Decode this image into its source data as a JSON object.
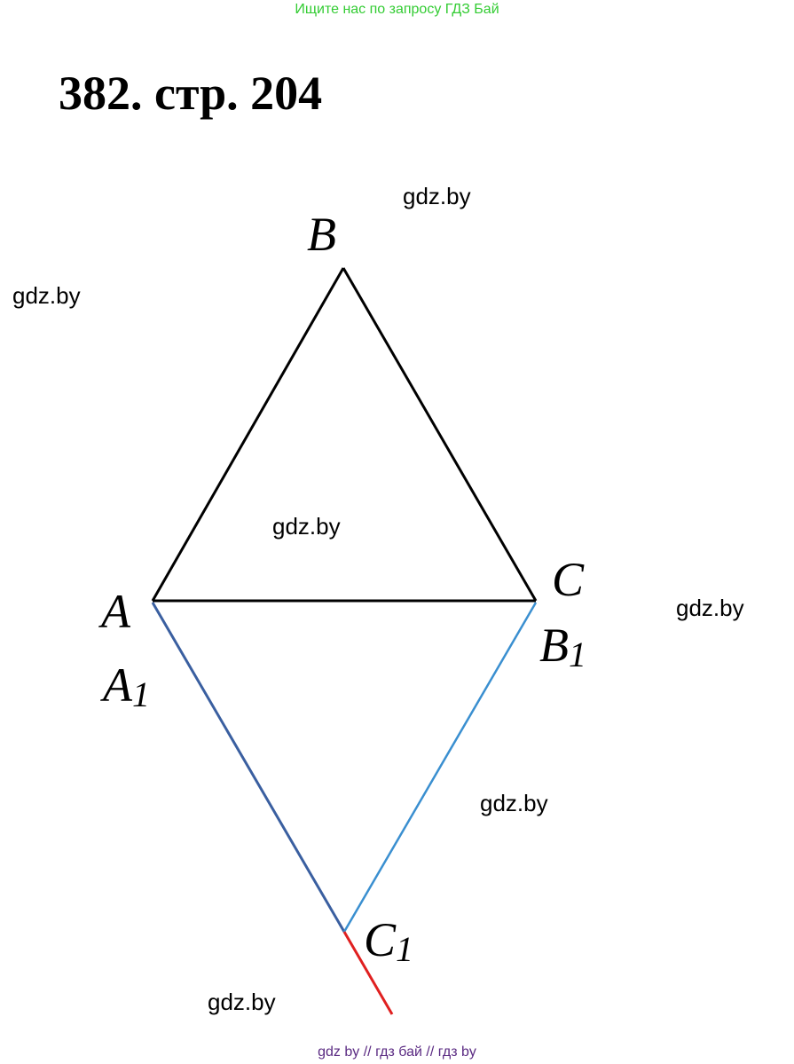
{
  "top_banner": "Ищите нас по запросу ГДЗ Бай",
  "title": "382. стр. 204",
  "watermarks": [
    "gdz.by",
    "gdz.by",
    "gdz.by",
    "gdz.by",
    "gdz.by",
    "gdz.by"
  ],
  "vertices": {
    "A": {
      "letter": "A",
      "sub": ""
    },
    "B": {
      "letter": "B",
      "sub": ""
    },
    "C": {
      "letter": "C",
      "sub": ""
    },
    "A1": {
      "letter": "A",
      "sub": "1"
    },
    "B1": {
      "letter": "B",
      "sub": "1"
    },
    "C1": {
      "letter": "C",
      "sub": "1"
    }
  },
  "colors": {
    "triangle": "#000000",
    "side_a1c1": "#3a5fa0",
    "side_b1c1": "#3a8fd0",
    "ray": "#e02020",
    "banner": "#33cc33",
    "footer": "#5a2a82"
  },
  "footer": {
    "part1": "gdz by",
    "sep1": "//",
    "part2": "гдз бай",
    "sep2": "//",
    "part3": "гдз by"
  }
}
